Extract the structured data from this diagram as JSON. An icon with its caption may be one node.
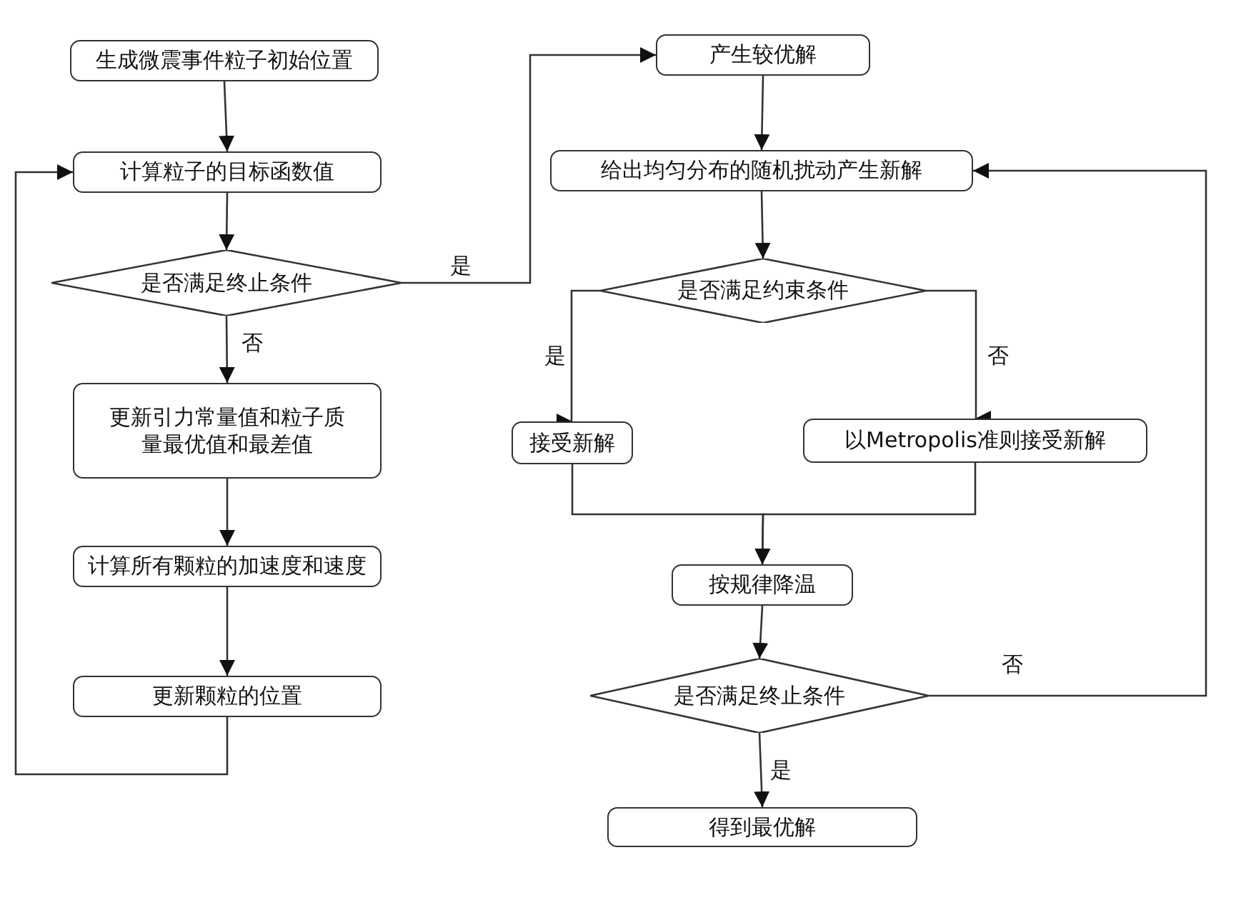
{
  "diagram": {
    "nodes": [
      {
        "text": [
          "生成微震事件粒子初始位置"
        ]
      },
      {
        "text": [
          "计算粒子的目标函数值"
        ]
      },
      {
        "text": [
          "是否满足终止条件"
        ]
      },
      {
        "text": [
          "更新引力常量值和粒子质量最优值和最差值"
        ]
      },
      {
        "text": [
          "计算所有颗粒的加速度和速度"
        ]
      },
      {
        "text": [
          "更新颗粒的位置"
        ]
      },
      {
        "text": [
          "产生较优解"
        ]
      },
      {
        "text": [
          "给出均匀分布的随机扰动产生新解"
        ]
      },
      {
        "text": [
          "是否满足约束条件"
        ]
      },
      {
        "text": [
          "接受新解"
        ]
      },
      {
        "text": [
          "以Metropolis准则接受新解"
        ]
      },
      {
        "text": [
          "按规律降温"
        ]
      },
      {
        "text": [
          "是否满足终止条件"
        ]
      },
      {
        "text": [
          "得到最优解"
        ]
      }
    ],
    "edges": [
      {
        "from": 0,
        "to": 1,
        "arrow": "to"
      },
      {
        "from": 1,
        "to": 2,
        "arrow": "to"
      },
      {
        "from": 2,
        "to": 3,
        "arrow": "to",
        "label": "否"
      },
      {
        "from": 3,
        "to": 4,
        "arrow": "to"
      },
      {
        "from": 4,
        "to": 5,
        "arrow": "to"
      },
      {
        "from": 5,
        "to": 1,
        "arrow": "to"
      },
      {
        "from": 2,
        "to": 6,
        "arrow": "to",
        "label": "是"
      },
      {
        "from": 6,
        "to": 7,
        "arrow": "to"
      },
      {
        "from": 7,
        "to": 8,
        "arrow": "to"
      },
      {
        "from": 8,
        "to": 9,
        "arrow": "to",
        "label": "是"
      },
      {
        "from": 8,
        "to": 10,
        "arrow": "to",
        "label": "否"
      },
      {
        "from": 9,
        "to": 11,
        "arrow": "to"
      },
      {
        "from": 10,
        "to": 11,
        "arrow": "to"
      },
      {
        "from": 11,
        "to": 12,
        "arrow": "to"
      },
      {
        "from": 12,
        "to": 13,
        "arrow": "to",
        "label": "是"
      },
      {
        "from": 12,
        "to": 7,
        "arrow": "to",
        "label": "否"
      }
    ]
  }
}
